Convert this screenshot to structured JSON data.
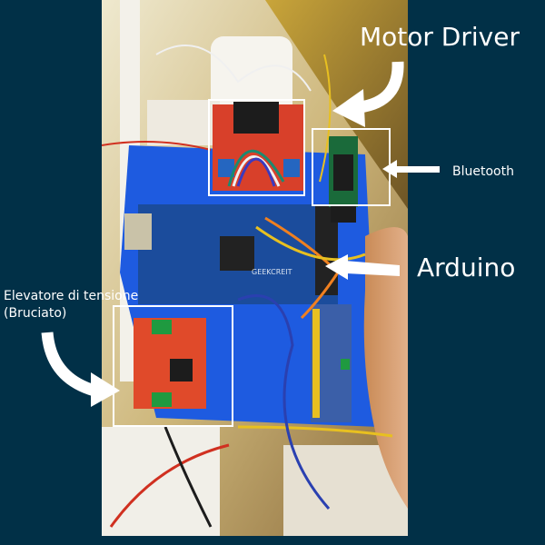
{
  "image": {
    "description": "Photo of an Arduino-based electronics assembly on a blue 3D-printed mount, annotated with boxes and arrows",
    "background_color": "#013047",
    "annotation_color": "#ffffff"
  },
  "annotations": {
    "motor_driver": {
      "label": "Motor Driver",
      "arrow": "curved-arrow-icon"
    },
    "bluetooth": {
      "label": "Bluetooth",
      "arrow": "straight-arrow-icon"
    },
    "arduino": {
      "label": "Arduino",
      "arrow": "straight-arrow-icon"
    },
    "voltage_booster": {
      "label_line1": "Elevatore di tensione",
      "label_line2": "(Bruciato)",
      "arrow": "curved-arrow-icon"
    }
  },
  "photo": {
    "board_marking": "GEEKCREIT"
  }
}
